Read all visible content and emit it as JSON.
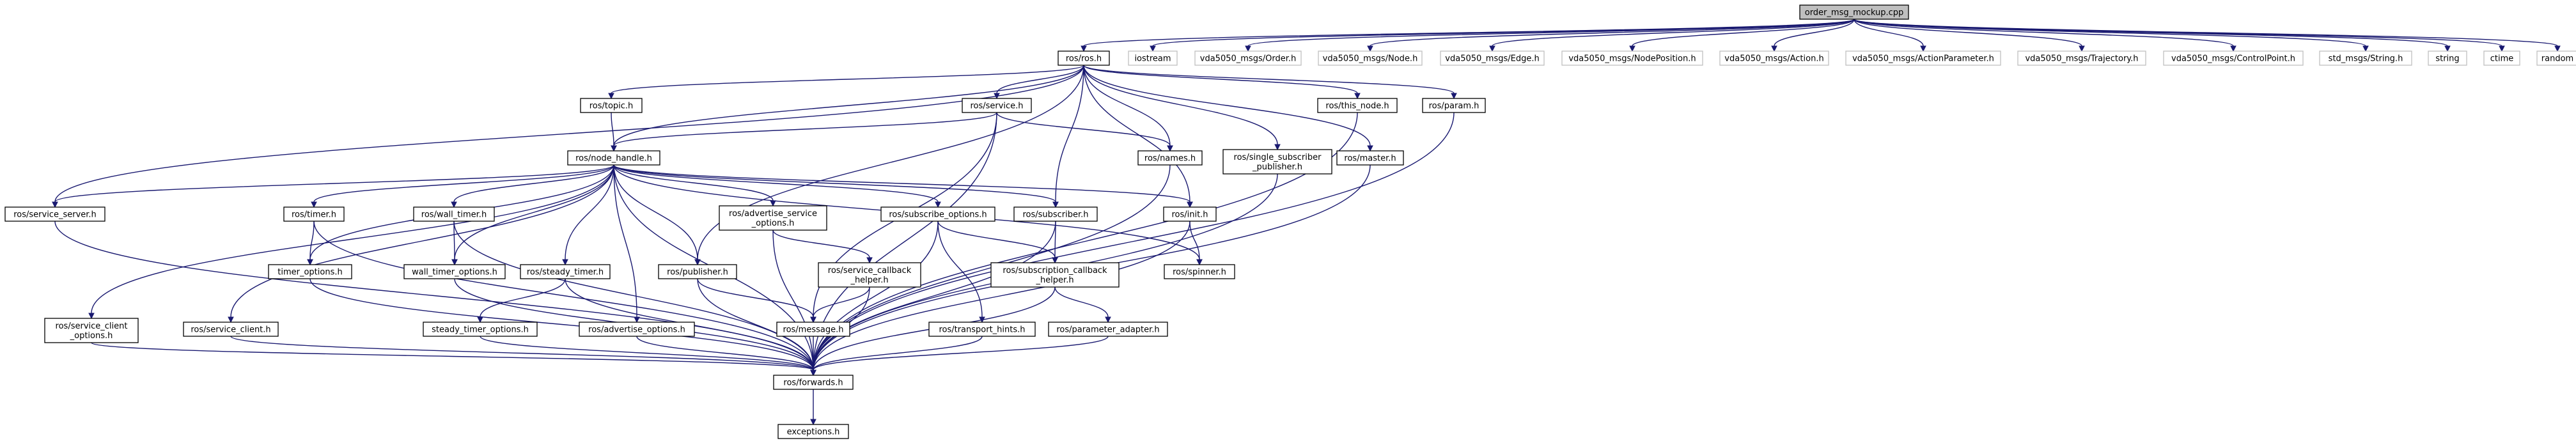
{
  "graph": {
    "root": "order_msg_mockup.cpp",
    "nodes": [
      {
        "id": "order_msg_mockup.cpp",
        "lines": [
          "order_msg_mockup.cpp"
        ],
        "root": true
      },
      {
        "id": "ros/ros.h",
        "lines": [
          "ros/ros.h"
        ]
      },
      {
        "id": "iostream",
        "lines": [
          "iostream"
        ],
        "plain": true
      },
      {
        "id": "vda5050_msgs/Order.h",
        "lines": [
          "vda5050_msgs/Order.h"
        ],
        "plain": true
      },
      {
        "id": "vda5050_msgs/Node.h",
        "lines": [
          "vda5050_msgs/Node.h"
        ],
        "plain": true
      },
      {
        "id": "vda5050_msgs/Edge.h",
        "lines": [
          "vda5050_msgs/Edge.h"
        ],
        "plain": true
      },
      {
        "id": "vda5050_msgs/NodePosition.h",
        "lines": [
          "vda5050_msgs/NodePosition.h"
        ],
        "plain": true
      },
      {
        "id": "vda5050_msgs/Action.h",
        "lines": [
          "vda5050_msgs/Action.h"
        ],
        "plain": true
      },
      {
        "id": "vda5050_msgs/ActionParameter.h",
        "lines": [
          "vda5050_msgs/ActionParameter.h"
        ],
        "plain": true
      },
      {
        "id": "vda5050_msgs/Trajectory.h",
        "lines": [
          "vda5050_msgs/Trajectory.h"
        ],
        "plain": true
      },
      {
        "id": "vda5050_msgs/ControlPoint.h",
        "lines": [
          "vda5050_msgs/ControlPoint.h"
        ],
        "plain": true
      },
      {
        "id": "std_msgs/String.h",
        "lines": [
          "std_msgs/String.h"
        ],
        "plain": true
      },
      {
        "id": "string",
        "lines": [
          "string"
        ],
        "plain": true
      },
      {
        "id": "ctime",
        "lines": [
          "ctime"
        ],
        "plain": true
      },
      {
        "id": "random",
        "lines": [
          "random"
        ],
        "plain": true
      },
      {
        "id": "ros/topic.h",
        "lines": [
          "ros/topic.h"
        ]
      },
      {
        "id": "ros/service.h",
        "lines": [
          "ros/service.h"
        ]
      },
      {
        "id": "ros/this_node.h",
        "lines": [
          "ros/this_node.h"
        ]
      },
      {
        "id": "ros/param.h",
        "lines": [
          "ros/param.h"
        ]
      },
      {
        "id": "ros/node_handle.h",
        "lines": [
          "ros/node_handle.h"
        ]
      },
      {
        "id": "ros/names.h",
        "lines": [
          "ros/names.h"
        ]
      },
      {
        "id": "ros/single_subscriber_publisher.h",
        "lines": [
          "ros/single_subscriber",
          "_publisher.h"
        ]
      },
      {
        "id": "ros/master.h",
        "lines": [
          "ros/master.h"
        ]
      },
      {
        "id": "ros/service_server.h",
        "lines": [
          "ros/service_server.h"
        ]
      },
      {
        "id": "ros/timer.h",
        "lines": [
          "ros/timer.h"
        ]
      },
      {
        "id": "ros/wall_timer.h",
        "lines": [
          "ros/wall_timer.h"
        ]
      },
      {
        "id": "ros/advertise_service_options.h",
        "lines": [
          "ros/advertise_service",
          "_options.h"
        ]
      },
      {
        "id": "ros/subscribe_options.h",
        "lines": [
          "ros/subscribe_options.h"
        ]
      },
      {
        "id": "ros/subscriber.h",
        "lines": [
          "ros/subscriber.h"
        ]
      },
      {
        "id": "ros/init.h",
        "lines": [
          "ros/init.h"
        ]
      },
      {
        "id": "timer_options.h",
        "lines": [
          "timer_options.h"
        ]
      },
      {
        "id": "wall_timer_options.h",
        "lines": [
          "wall_timer_options.h"
        ]
      },
      {
        "id": "ros/steady_timer.h",
        "lines": [
          "ros/steady_timer.h"
        ]
      },
      {
        "id": "ros/publisher.h",
        "lines": [
          "ros/publisher.h"
        ]
      },
      {
        "id": "ros/service_callback_helper.h",
        "lines": [
          "ros/service_callback",
          "_helper.h"
        ]
      },
      {
        "id": "ros/subscription_callback_helper.h",
        "lines": [
          "ros/subscription_callback",
          "_helper.h"
        ]
      },
      {
        "id": "ros/spinner.h",
        "lines": [
          "ros/spinner.h"
        ]
      },
      {
        "id": "ros/service_client_options.h",
        "lines": [
          "ros/service_client",
          "_options.h"
        ]
      },
      {
        "id": "ros/service_client.h",
        "lines": [
          "ros/service_client.h"
        ]
      },
      {
        "id": "steady_timer_options.h",
        "lines": [
          "steady_timer_options.h"
        ]
      },
      {
        "id": "ros/advertise_options.h",
        "lines": [
          "ros/advertise_options.h"
        ]
      },
      {
        "id": "ros/message.h",
        "lines": [
          "ros/message.h"
        ]
      },
      {
        "id": "ros/transport_hints.h",
        "lines": [
          "ros/transport_hints.h"
        ]
      },
      {
        "id": "ros/parameter_adapter.h",
        "lines": [
          "ros/parameter_adapter.h"
        ]
      },
      {
        "id": "ros/forwards.h",
        "lines": [
          "ros/forwards.h"
        ]
      },
      {
        "id": "exceptions.h",
        "lines": [
          "exceptions.h"
        ]
      }
    ],
    "edges": [
      [
        "order_msg_mockup.cpp",
        "ros/ros.h"
      ],
      [
        "order_msg_mockup.cpp",
        "iostream"
      ],
      [
        "order_msg_mockup.cpp",
        "vda5050_msgs/Order.h"
      ],
      [
        "order_msg_mockup.cpp",
        "vda5050_msgs/Node.h"
      ],
      [
        "order_msg_mockup.cpp",
        "vda5050_msgs/Edge.h"
      ],
      [
        "order_msg_mockup.cpp",
        "vda5050_msgs/NodePosition.h"
      ],
      [
        "order_msg_mockup.cpp",
        "vda5050_msgs/Action.h"
      ],
      [
        "order_msg_mockup.cpp",
        "vda5050_msgs/ActionParameter.h"
      ],
      [
        "order_msg_mockup.cpp",
        "vda5050_msgs/Trajectory.h"
      ],
      [
        "order_msg_mockup.cpp",
        "vda5050_msgs/ControlPoint.h"
      ],
      [
        "order_msg_mockup.cpp",
        "std_msgs/String.h"
      ],
      [
        "order_msg_mockup.cpp",
        "string"
      ],
      [
        "order_msg_mockup.cpp",
        "ctime"
      ],
      [
        "order_msg_mockup.cpp",
        "random"
      ],
      [
        "ros/ros.h",
        "ros/topic.h"
      ],
      [
        "ros/ros.h",
        "ros/service.h"
      ],
      [
        "ros/ros.h",
        "ros/this_node.h"
      ],
      [
        "ros/ros.h",
        "ros/param.h"
      ],
      [
        "ros/ros.h",
        "ros/node_handle.h"
      ],
      [
        "ros/ros.h",
        "ros/names.h"
      ],
      [
        "ros/ros.h",
        "ros/single_subscriber_publisher.h"
      ],
      [
        "ros/ros.h",
        "ros/master.h"
      ],
      [
        "ros/ros.h",
        "ros/service_server.h"
      ],
      [
        "ros/ros.h",
        "ros/subscriber.h"
      ],
      [
        "ros/ros.h",
        "ros/init.h"
      ],
      [
        "ros/ros.h",
        "ros/publisher.h"
      ],
      [
        "ros/topic.h",
        "ros/node_handle.h"
      ],
      [
        "ros/service.h",
        "ros/node_handle.h"
      ],
      [
        "ros/service.h",
        "ros/names.h"
      ],
      [
        "ros/service.h",
        "ros/message.h"
      ],
      [
        "ros/service.h",
        "ros/forwards.h"
      ],
      [
        "ros/this_node.h",
        "ros/forwards.h"
      ],
      [
        "ros/param.h",
        "ros/forwards.h"
      ],
      [
        "ros/names.h",
        "ros/forwards.h"
      ],
      [
        "ros/single_subscriber_publisher.h",
        "ros/forwards.h"
      ],
      [
        "ros/master.h",
        "ros/forwards.h"
      ],
      [
        "ros/node_handle.h",
        "ros/service_server.h"
      ],
      [
        "ros/node_handle.h",
        "ros/service_client_options.h"
      ],
      [
        "ros/node_handle.h",
        "ros/service_client.h"
      ],
      [
        "ros/node_handle.h",
        "ros/timer.h"
      ],
      [
        "ros/node_handle.h",
        "timer_options.h"
      ],
      [
        "ros/node_handle.h",
        "ros/wall_timer.h"
      ],
      [
        "ros/node_handle.h",
        "wall_timer_options.h"
      ],
      [
        "ros/node_handle.h",
        "ros/steady_timer.h"
      ],
      [
        "ros/node_handle.h",
        "ros/advertise_options.h"
      ],
      [
        "ros/node_handle.h",
        "ros/publisher.h"
      ],
      [
        "ros/node_handle.h",
        "ros/advertise_service_options.h"
      ],
      [
        "ros/node_handle.h",
        "ros/subscribe_options.h"
      ],
      [
        "ros/node_handle.h",
        "ros/subscriber.h"
      ],
      [
        "ros/node_handle.h",
        "ros/init.h"
      ],
      [
        "ros/node_handle.h",
        "ros/spinner.h"
      ],
      [
        "ros/node_handle.h",
        "ros/forwards.h"
      ],
      [
        "ros/service_server.h",
        "ros/forwards.h"
      ],
      [
        "ros/service_client_options.h",
        "ros/forwards.h"
      ],
      [
        "ros/service_client.h",
        "ros/forwards.h"
      ],
      [
        "ros/timer.h",
        "timer_options.h"
      ],
      [
        "ros/timer.h",
        "ros/forwards.h"
      ],
      [
        "timer_options.h",
        "ros/forwards.h"
      ],
      [
        "ros/wall_timer.h",
        "wall_timer_options.h"
      ],
      [
        "ros/wall_timer.h",
        "ros/forwards.h"
      ],
      [
        "wall_timer_options.h",
        "ros/forwards.h"
      ],
      [
        "ros/steady_timer.h",
        "steady_timer_options.h"
      ],
      [
        "ros/steady_timer.h",
        "ros/forwards.h"
      ],
      [
        "steady_timer_options.h",
        "ros/forwards.h"
      ],
      [
        "ros/advertise_options.h",
        "ros/forwards.h"
      ],
      [
        "ros/publisher.h",
        "ros/message.h"
      ],
      [
        "ros/publisher.h",
        "ros/forwards.h"
      ],
      [
        "ros/advertise_service_options.h",
        "ros/service_callback_helper.h"
      ],
      [
        "ros/advertise_service_options.h",
        "ros/forwards.h"
      ],
      [
        "ros/service_callback_helper.h",
        "ros/message.h"
      ],
      [
        "ros/service_callback_helper.h",
        "ros/forwards.h"
      ],
      [
        "ros/subscribe_options.h",
        "ros/subscription_callback_helper.h"
      ],
      [
        "ros/subscribe_options.h",
        "ros/transport_hints.h"
      ],
      [
        "ros/subscribe_options.h",
        "ros/forwards.h"
      ],
      [
        "ros/subscriber.h",
        "ros/subscription_callback_helper.h"
      ],
      [
        "ros/subscriber.h",
        "ros/forwards.h"
      ],
      [
        "ros/subscription_callback_helper.h",
        "ros/parameter_adapter.h"
      ],
      [
        "ros/subscription_callback_helper.h",
        "ros/forwards.h"
      ],
      [
        "ros/transport_hints.h",
        "ros/forwards.h"
      ],
      [
        "ros/parameter_adapter.h",
        "ros/forwards.h"
      ],
      [
        "ros/init.h",
        "ros/spinner.h"
      ],
      [
        "ros/init.h",
        "ros/forwards.h"
      ],
      [
        "ros/message.h",
        "ros/forwards.h"
      ],
      [
        "ros/forwards.h",
        "exceptions.h"
      ]
    ]
  }
}
